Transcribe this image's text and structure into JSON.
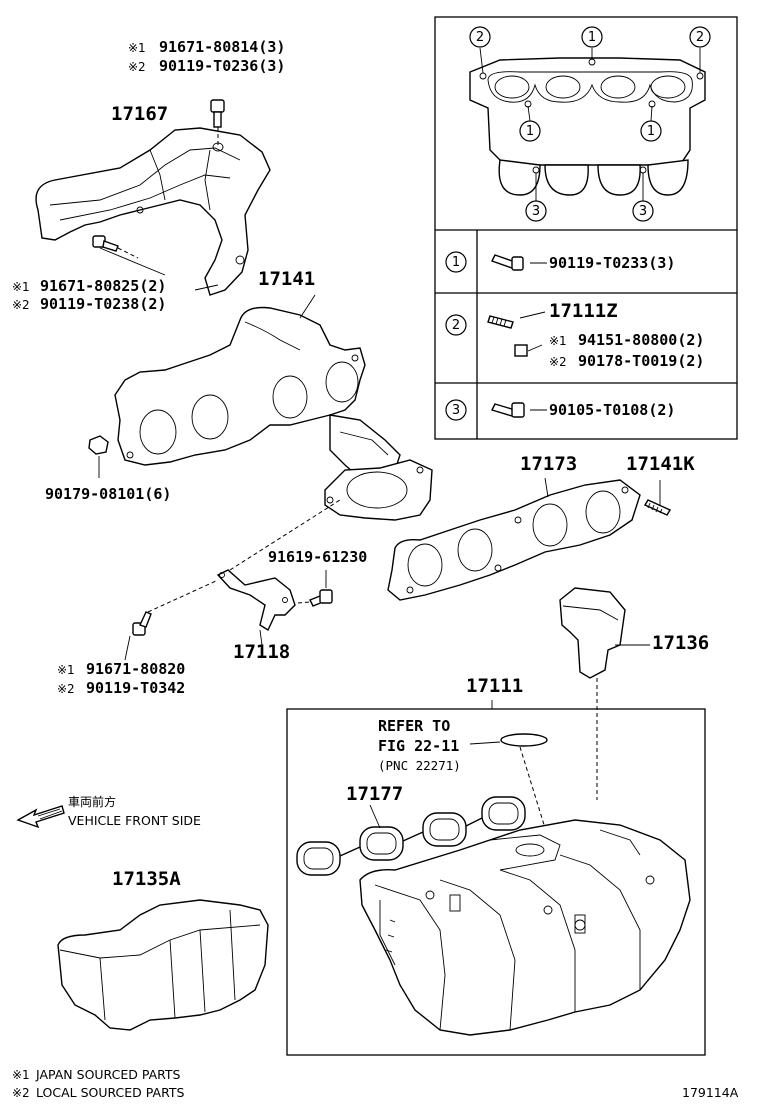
{
  "legend": {
    "mark1": "※1",
    "mark2": "※2",
    "note1": "JAPAN SOURCED PARTS",
    "note2": "LOCAL SOURCED PARTS"
  },
  "figure_id": "179114A",
  "front": {
    "jp": "車両前方",
    "en": "VEHICLE FRONT SIDE"
  },
  "labels": {
    "p17167": "17167",
    "p17141": "17141",
    "p17173": "17173",
    "p17141k": "17141K",
    "p17136": "17136",
    "p17111": "17111",
    "p17177": "17177",
    "p17135a": "17135A",
    "p17118": "17118",
    "p17111z": "17111Z",
    "top_bolt_1": "91671-80814(3)",
    "top_bolt_2": "90119-T0236(3)",
    "cover_bolt_1": "91671-80825(2)",
    "cover_bolt_2": "90119-T0238(2)",
    "nut": "90179-08101(6)",
    "bracket_bolt": "91619-61230",
    "stay_bolt_1": "91671-80820",
    "stay_bolt_2": "90119-T0342",
    "refer_1": "REFER TO",
    "refer_2": "FIG 22-11",
    "refer_3": "(PNC 22271)"
  },
  "callout_table": {
    "rows": [
      {
        "num": "1",
        "part": "90119-T0233(3)"
      },
      {
        "num": "2",
        "part_a": "94151-80800(2)",
        "part_b": "90178-T0019(2)"
      },
      {
        "num": "3",
        "part": "90105-T0108(2)"
      }
    ]
  },
  "callout_nums": {
    "one": "1",
    "two": "2",
    "three": "3"
  }
}
